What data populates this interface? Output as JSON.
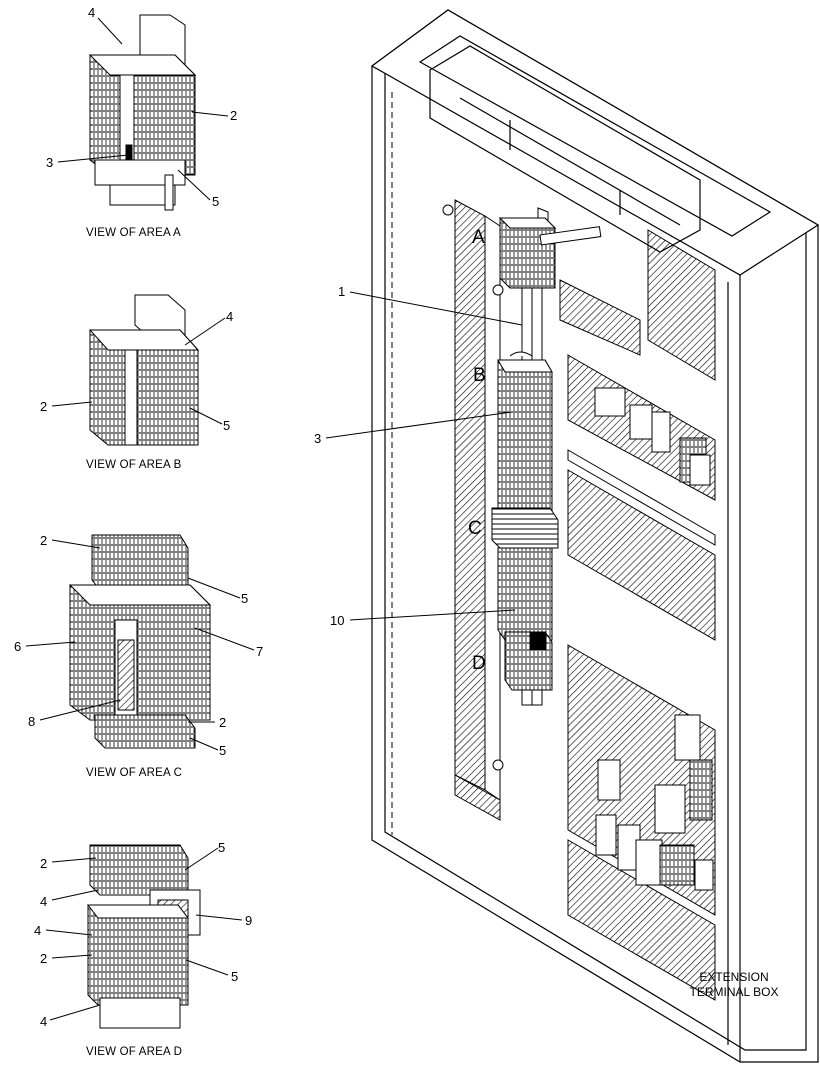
{
  "captions": {
    "view_a": "VIEW OF AREA  A",
    "view_b": "VIEW OF AREA  B",
    "view_c": "VIEW OF AREA  C",
    "view_d": "VIEW OF AREA  D",
    "box_title_line1": "EXTENSION",
    "box_title_line2": "TERMINAL BOX"
  },
  "area_letters": {
    "a": "A",
    "b": "B",
    "c": "C",
    "d": "D"
  },
  "callouts": {
    "a_4": "4",
    "a_2": "2",
    "a_3": "3",
    "a_5": "5",
    "b_4": "4",
    "b_2": "2",
    "b_5": "5",
    "c_2_top": "2",
    "c_5_top": "5",
    "c_6": "6",
    "c_7": "7",
    "c_8": "8",
    "c_2_bot": "2",
    "c_5_bot": "5",
    "d_2_top": "2",
    "d_5_top": "5",
    "d_4_top": "4",
    "d_4_mid": "4",
    "d_9": "9",
    "d_2_mid": "2",
    "d_5_mid": "5",
    "d_4_bot": "4",
    "main_1": "1",
    "main_3": "3",
    "main_10": "10"
  }
}
